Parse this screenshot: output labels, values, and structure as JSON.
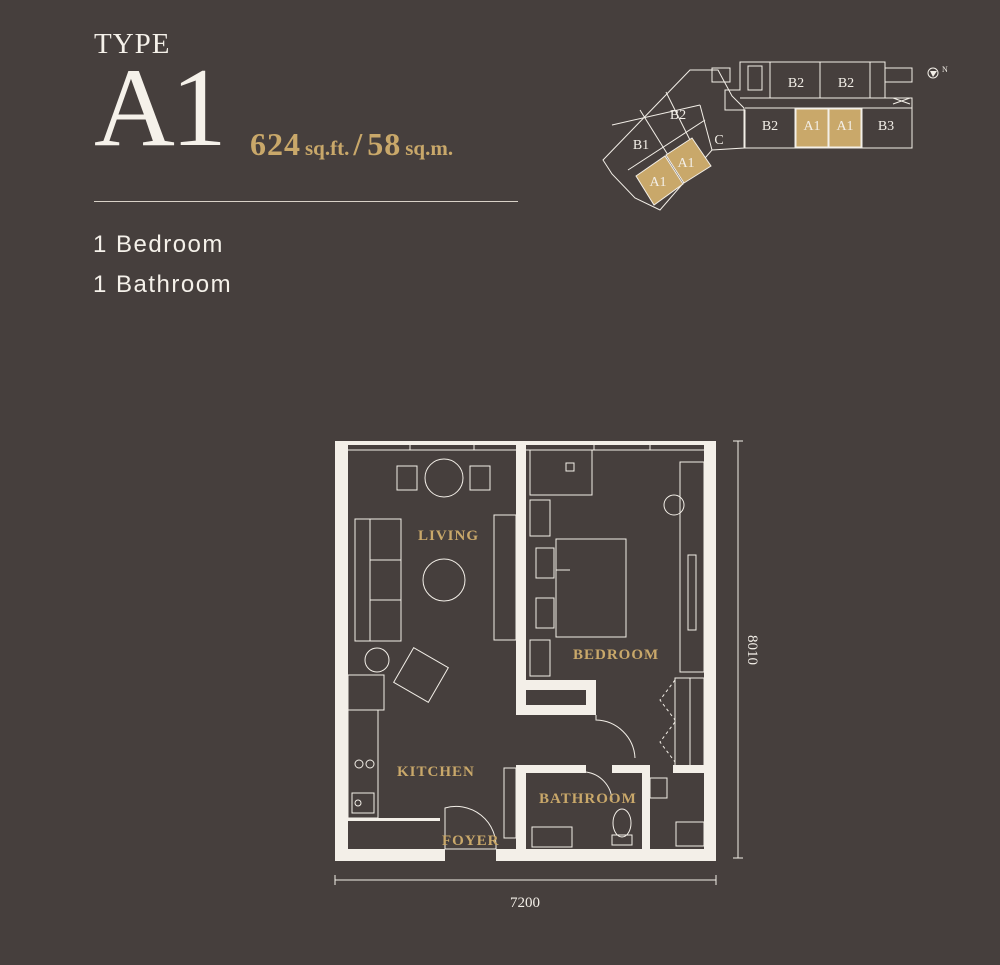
{
  "header": {
    "type_word": "TYPE",
    "type_code": "A1",
    "area_sqft_value": "624",
    "area_sqft_unit": "sq.ft.",
    "separator": "/",
    "area_sqm_value": "58",
    "area_sqm_unit": "sq.m."
  },
  "specs": {
    "bedrooms": "1 Bedroom",
    "bathrooms": "1 Bathroom"
  },
  "key_plan": {
    "units": [
      "B2",
      "B2",
      "B2",
      "B1",
      "C",
      "B2",
      "A1",
      "A1",
      "B3",
      "A1",
      "A1"
    ],
    "compass": "N",
    "highlight_color": "#c9a86a"
  },
  "floor_plan": {
    "rooms": {
      "living": "LIVING",
      "bedroom": "BEDROOM",
      "kitchen": "KITCHEN",
      "bathroom": "BATHROOM",
      "foyer": "FOYER"
    },
    "dimensions": {
      "width": "7200",
      "depth": "8010"
    }
  },
  "colors": {
    "background": "#463f3d",
    "accent": "#c9a86a",
    "line": "#f3efe8"
  }
}
